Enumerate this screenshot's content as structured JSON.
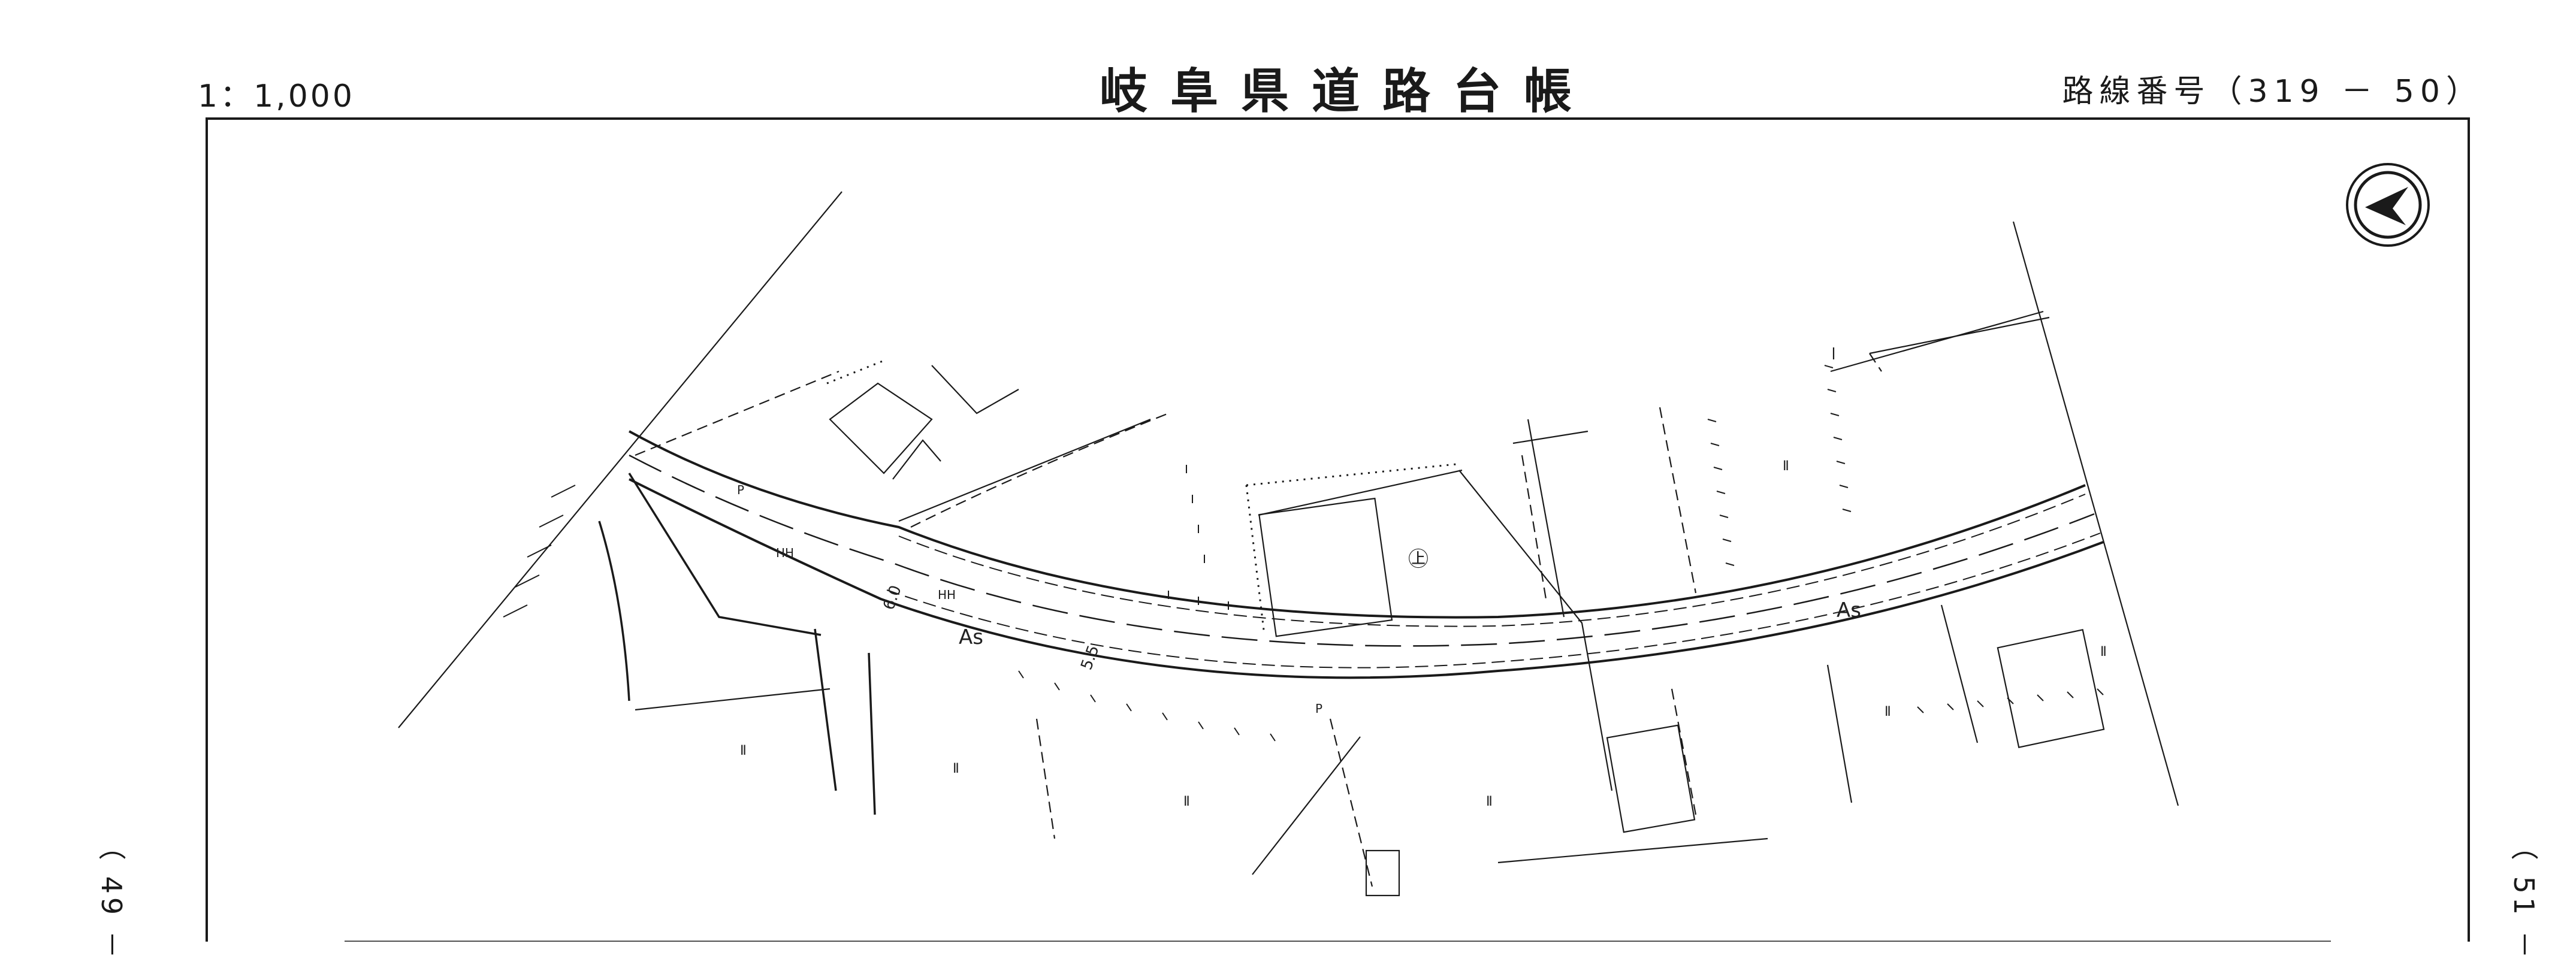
{
  "header": {
    "scale": "1：1,000",
    "title": "岐阜県道路台帳",
    "route_prefix": "路線番号（",
    "route_number": "319 － 50",
    "route_suffix": "）"
  },
  "adjacent": {
    "left": "（ 49 －",
    "right": "（ 51 －"
  },
  "map_labels": {
    "pavement": "As",
    "field_mark": "Ⅱ",
    "building_mark": "HH",
    "parking_mark": "㊤",
    "pole_mark": "P",
    "width_a": "6.0",
    "width_b": "5.5"
  },
  "colors": {
    "ink": "#1a1a1a",
    "paper": "#ffffff"
  }
}
